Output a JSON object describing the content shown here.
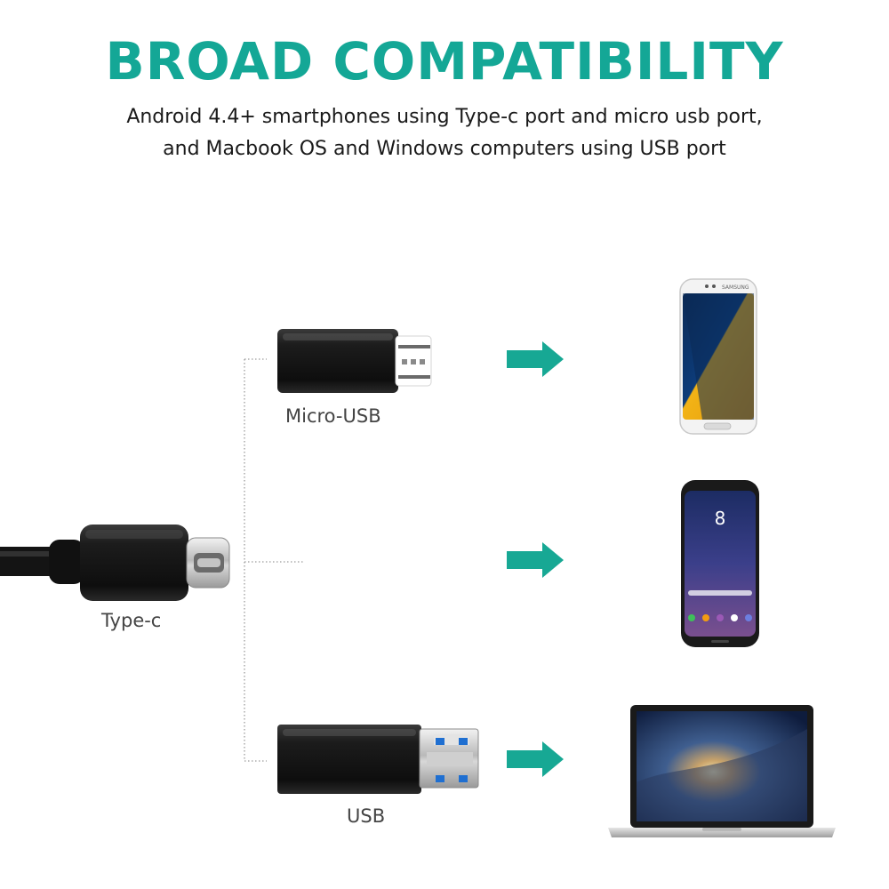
{
  "header": {
    "title": "BROAD COMPATIBILITY",
    "subtitle_lines": [
      "Android 4.4+ smartphones using Type-c port and micro usb port,",
      "and Macbook OS and Windows computers using USB port"
    ]
  },
  "connectors": {
    "type_c": "Type-c",
    "micro_usb": "Micro-USB",
    "usb": "USB"
  },
  "phone_brand": "SAMSUNG",
  "phone_clock": "8",
  "colors": {
    "title": "#14a796",
    "arrow": "#17a894",
    "usb_tongue": "#1f6fd1"
  },
  "icons": [
    "arrow-right-icon",
    "arrow-right-icon",
    "arrow-right-icon"
  ]
}
